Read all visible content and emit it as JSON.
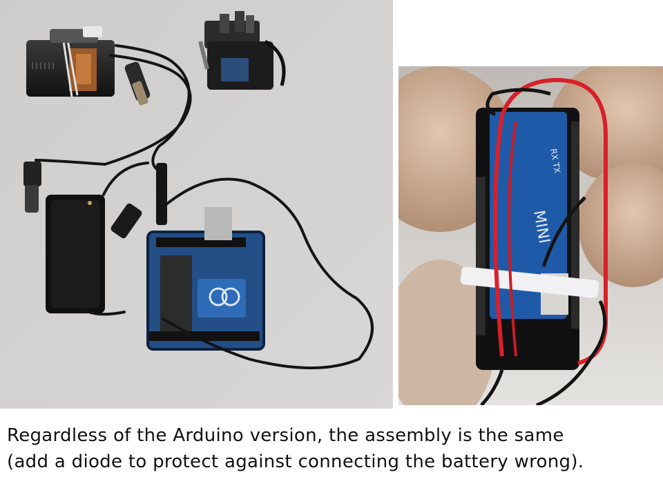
{
  "slide": {
    "background": "#ffffff",
    "caption": {
      "line1": "Regardless of the Arduino version, the assembly is the same",
      "line2": "(add a diode to protect against connecting the battery wrong)."
    }
  },
  "photos": [
    {
      "name": "arduino-uno-assembly-photo",
      "depicts": [
        "9V battery",
        "battery clip",
        "battery holder",
        "Arduino Uno",
        "plug connectors",
        "wires"
      ]
    },
    {
      "name": "arduino-mini-closeup-photo",
      "depicts": [
        "fingers",
        "Arduino Mini",
        "red wire",
        "black wires",
        "cable tie"
      ]
    }
  ],
  "colors": {
    "wire_red": "#d8202a",
    "wire_black": "#141414",
    "board_blue": "#1f5aa8"
  }
}
